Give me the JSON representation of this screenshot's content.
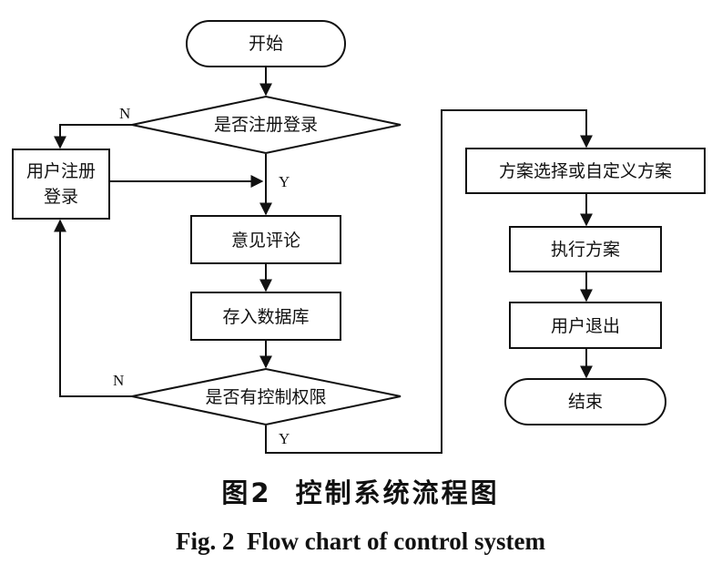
{
  "nodes": {
    "start": "开始",
    "register_check": "是否注册登录",
    "register_line1": "用户注册",
    "register_line2": "登录",
    "comment": "意见评论",
    "store": "存入数据库",
    "permission_check": "是否有控制权限",
    "scheme_select": "方案选择或自定义方案",
    "execute": "执行方案",
    "logout": "用户退出",
    "end": "结束"
  },
  "edge_labels": {
    "register_no": "N",
    "register_yes": "Y",
    "permission_no": "N",
    "permission_yes": "Y"
  },
  "caption": {
    "cn": "图2  控制系统流程图",
    "en": "Fig. 2  Flow chart of control system"
  }
}
